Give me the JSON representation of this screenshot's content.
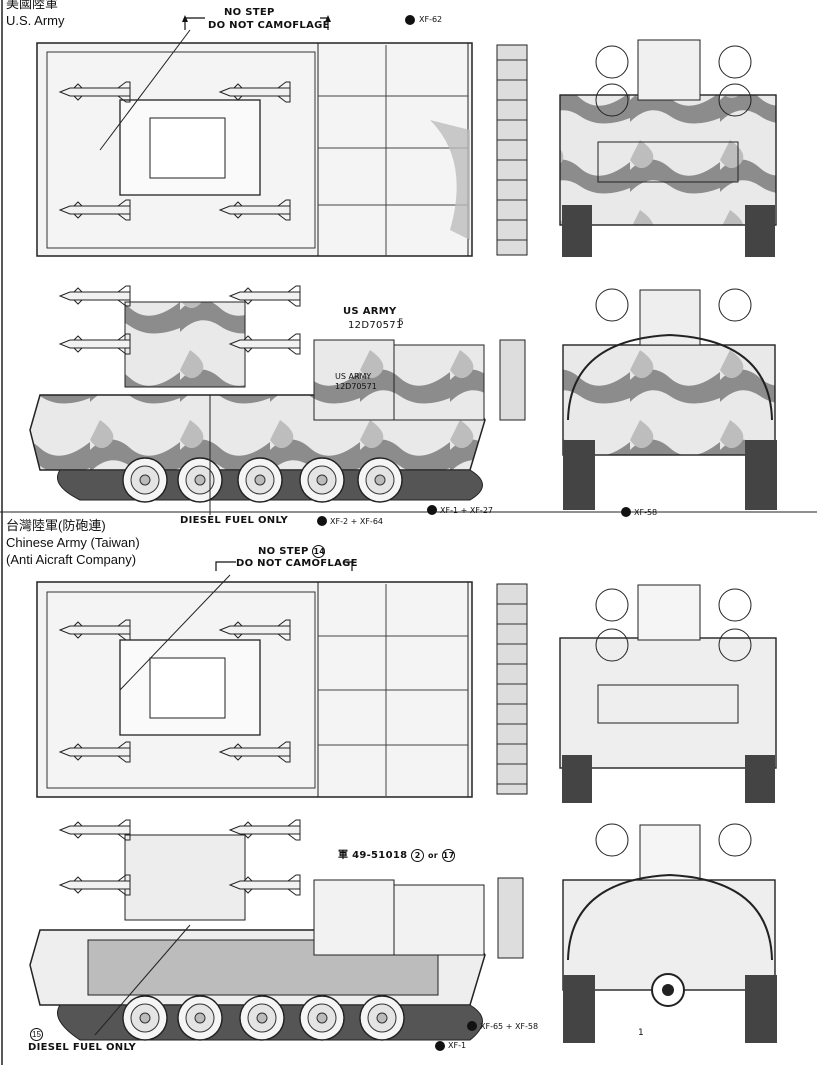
{
  "sections": [
    {
      "title_cn": "美國陸軍",
      "title_en": "U.S. Army",
      "subtitle": "",
      "top_view": {
        "no_step": "NO STEP",
        "no_camo": "DO NOT CAMOFLAGE",
        "paint": "XF-62"
      },
      "side_view": {
        "marking_line1": "US ARMY",
        "marking_line2": "12D70571",
        "marking_index": "5",
        "hull_text1": "US ARMY",
        "hull_text2": "12D70571",
        "fuel_label": "DIESEL FUEL ONLY",
        "paint_main": "XF-2 + XF-64"
      },
      "rear_view": {
        "paint_a": "XF-1 + XF-27",
        "paint_b": "XF-58"
      }
    },
    {
      "title_cn": "台灣陸軍(防砲連)",
      "title_en": "Chinese Army (Taiwan)",
      "subtitle": "(Anti Aicraft Company)",
      "top_view": {
        "no_step": "NO STEP",
        "no_step_num": "14",
        "no_camo": "DO NOT CAMOFLAGE"
      },
      "side_view": {
        "serial": "軍 49-51018",
        "serial_num_a": "2",
        "serial_or": "or",
        "serial_num_b": "17",
        "fuel_num": "15",
        "fuel_label": "DIESEL FUEL ONLY",
        "paint_main": "XF-65 + XF-58",
        "paint_x": "XF-1"
      },
      "rear_view": {
        "emblem_num": "1"
      }
    }
  ]
}
